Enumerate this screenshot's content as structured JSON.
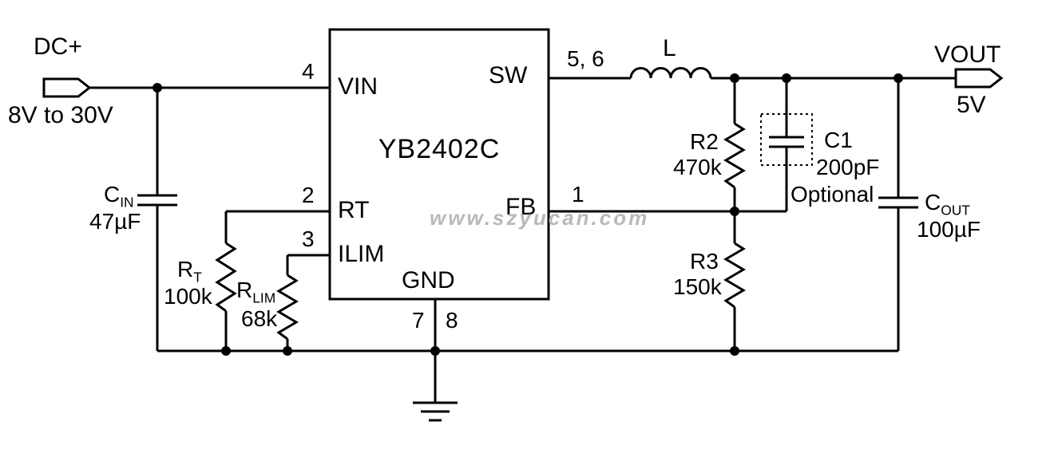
{
  "title": "YB2402C step-down converter schematic",
  "ic": {
    "name": "YB2402C",
    "pins": {
      "vin": {
        "label": "VIN",
        "number": "4"
      },
      "rt": {
        "label": "RT",
        "number": "2"
      },
      "ilim": {
        "label": "ILIM",
        "number": "3"
      },
      "sw": {
        "label": "SW",
        "number": "5, 6"
      },
      "fb": {
        "label": "FB",
        "number": "1"
      },
      "gnd": {
        "label": "GND",
        "number_left": "7",
        "number_right": "8"
      }
    }
  },
  "input": {
    "label": "DC+",
    "range": "8V to 30V"
  },
  "output": {
    "label": "VOUT",
    "voltage": "5V"
  },
  "components": {
    "cin": {
      "base": "C",
      "sub": "IN",
      "value": "47µF"
    },
    "rt": {
      "base": "R",
      "sub": "T",
      "value": "100k"
    },
    "rlim": {
      "base": "R",
      "sub": "LIM",
      "value": "68k"
    },
    "l": {
      "label": "L"
    },
    "r2": {
      "label": "R2",
      "value": "470k"
    },
    "r3": {
      "label": "R3",
      "value": "150k"
    },
    "c1": {
      "label": "C1",
      "value": "200pF",
      "note": "Optional"
    },
    "cout": {
      "base": "C",
      "sub": "OUT",
      "value": "100µF"
    }
  },
  "watermark": "www.szyucan.com",
  "colors": {
    "wire": "#000000",
    "watermark": "#b9b9b9",
    "background": "#ffffff"
  }
}
